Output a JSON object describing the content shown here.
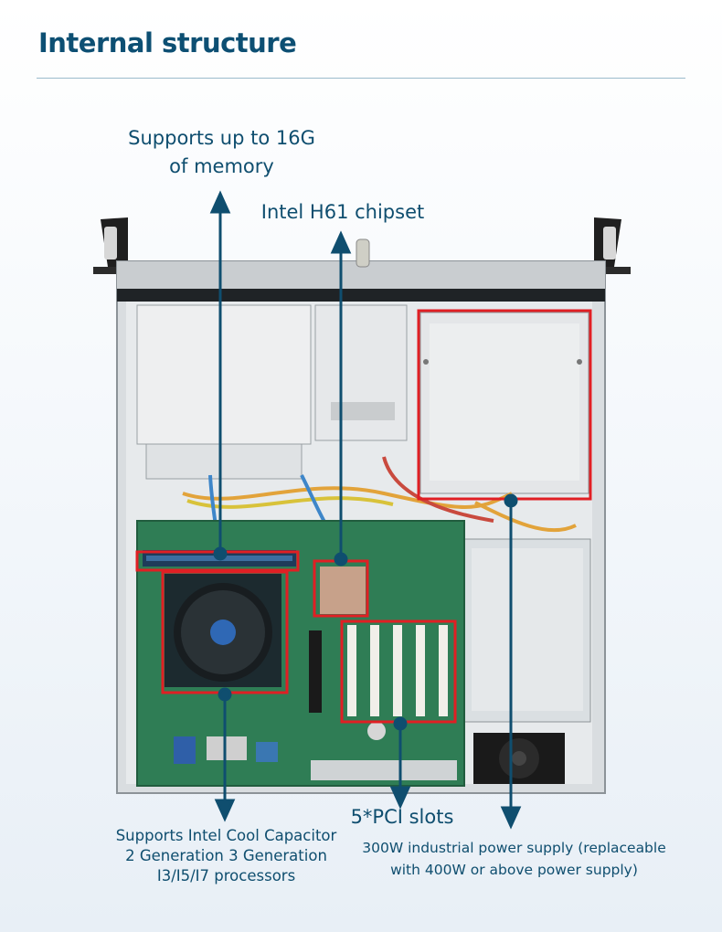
{
  "page": {
    "title": "Internal structure"
  },
  "labels": {
    "memory_line1": "Supports up to 16G",
    "memory_line2": "of memory",
    "chipset": "Intel H61 chipset",
    "pci": "5*PCI slots",
    "cpu_line1": "Supports Intel Cool Capacitor",
    "cpu_line2": "2 Generation 3 Generation",
    "cpu_line3": "I3/I5/I7 processors",
    "psu_line1": "300W industrial power supply (replaceable",
    "psu_line2": "with 400W or above power supply)"
  },
  "colors": {
    "title": "#0d4f73",
    "callout": "#0f4e6f",
    "highlight_box": "#e01f24",
    "pcb": "#2f7d55"
  },
  "icons": {
    "callout_marker": "arrow-pointer-icon"
  }
}
